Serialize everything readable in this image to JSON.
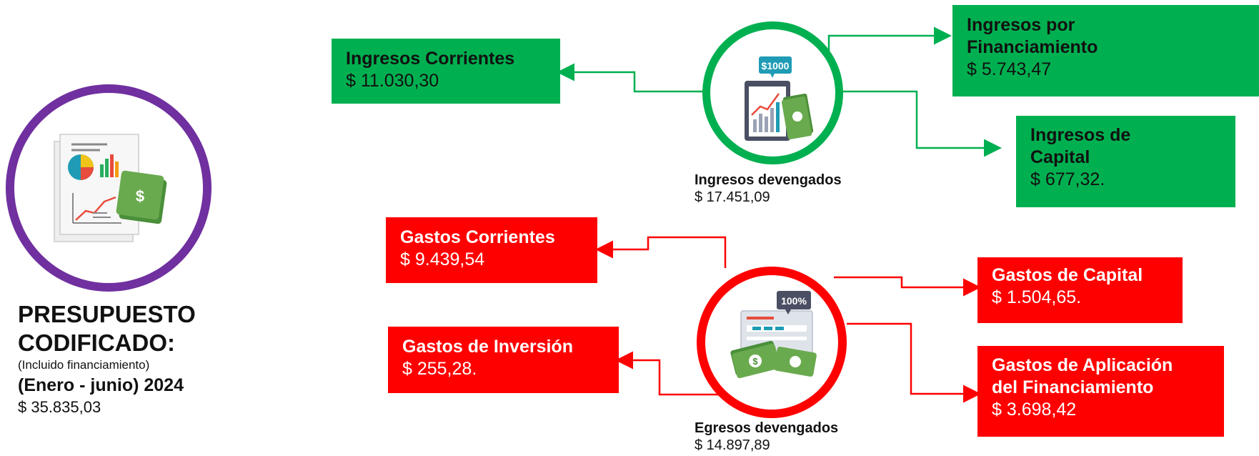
{
  "budget": {
    "heading_line1": "PRESUPUESTO",
    "heading_line2": "CODIFICADO:",
    "note": "(Incluido financiamiento)",
    "period": "(Enero - junio) 2024",
    "amount": "$ 35.835,03"
  },
  "income": {
    "hub_title": "Ingresos devengados",
    "hub_amount": "$ 17.451,09",
    "icon_price_tag": "$1000",
    "boxes": [
      {
        "title": "Ingresos Corrientes",
        "amount": "$ 11.030,30"
      },
      {
        "title_line1": "Ingresos por",
        "title_line2": "Financiamiento",
        "amount": "$ 5.743,47"
      },
      {
        "title_line1": "Ingresos de",
        "title_line2": "Capital",
        "amount": "$ 677,32."
      }
    ]
  },
  "expenses": {
    "hub_title": "Egresos devengados",
    "hub_amount": "$ 14.897,89",
    "icon_percent_tag": "100%",
    "boxes": [
      {
        "title": "Gastos Corrientes",
        "amount": "$ 9.439,54"
      },
      {
        "title": "Gastos de Inversión",
        "amount": "$ 255,28."
      },
      {
        "title": "Gastos de Capital",
        "amount": "$ 1.504,65."
      },
      {
        "title_line1": "Gastos de Aplicación",
        "title_line2": "del Financiamiento",
        "amount": "$ 3.698,42"
      }
    ]
  },
  "colors": {
    "income": "#00b050",
    "expense": "#ff0000",
    "budget_ring": "#7030a0"
  }
}
